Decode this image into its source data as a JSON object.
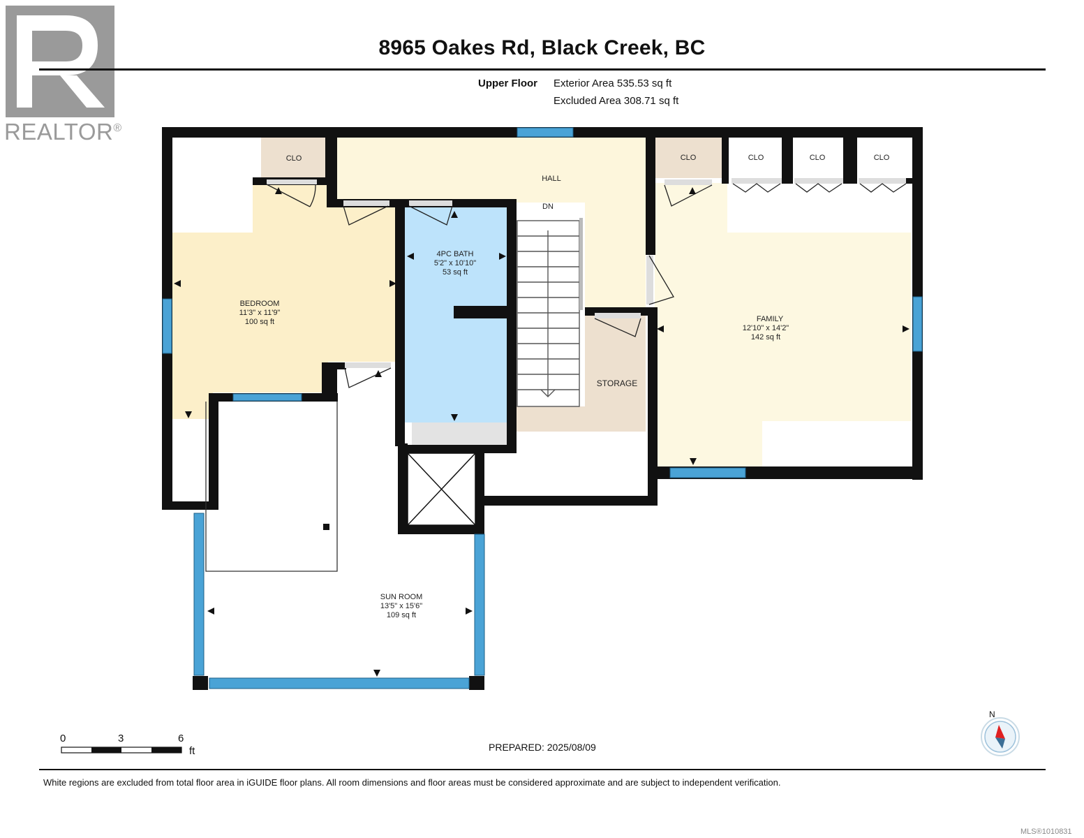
{
  "header": {
    "title": "8965 Oakes Rd, Black Creek, BC",
    "floor_name": "Upper Floor",
    "exterior_area": "Exterior Area 535.53 sq ft",
    "excluded_area": "Excluded Area 308.71 sq ft"
  },
  "logo": {
    "text": "REALTOR",
    "mark": "®"
  },
  "rooms": {
    "hall": {
      "name": "HALL",
      "note": "DN"
    },
    "bedroom": {
      "name": "BEDROOM",
      "dims": "11'3\" x 11'9\"",
      "area": "100 sq ft"
    },
    "bath": {
      "name": "4PC BATH",
      "dims": "5'2\" x 10'10\"",
      "area": "53 sq ft"
    },
    "family": {
      "name": "FAMILY",
      "dims": "12'10\" x 14'2\"",
      "area": "142 sq ft"
    },
    "storage": {
      "name": "STORAGE"
    },
    "sunroom": {
      "name": "SUN ROOM",
      "dims": "13'5\" x 15'6\"",
      "area": "109 sq ft"
    },
    "closets": [
      "CLO",
      "CLO",
      "CLO",
      "CLO",
      "CLO"
    ]
  },
  "scale": {
    "labels": [
      "0",
      "3",
      "6"
    ],
    "unit": "ft"
  },
  "compass": {
    "label": "N"
  },
  "prepared": "PREPARED: 2025/08/09",
  "disclaimer": "White regions are excluded from total floor area in iGUIDE floor plans. All room dimensions and floor areas must be considered approximate and are subject to independent verification.",
  "mls": "MLS®1010831",
  "colors": {
    "bedroom": "#fcefc9",
    "hall": "#fdf6dc",
    "family": "#fdf8e1",
    "bath": "#bde3fb",
    "storage": "#ede0cf",
    "closet": "#ede0cf",
    "window": "#4aa3d6",
    "wall": "#111111"
  }
}
